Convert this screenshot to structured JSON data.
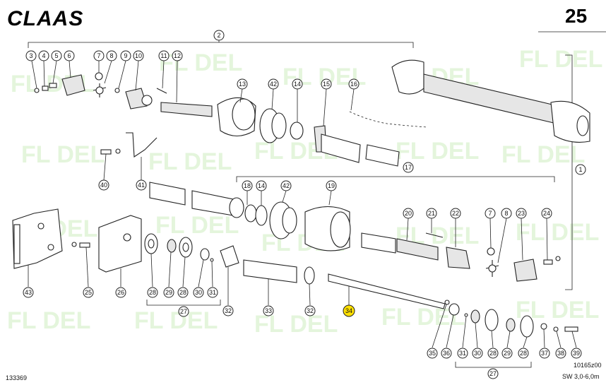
{
  "brand": "CLAAS",
  "page_number": "25",
  "footer": {
    "doc_id": "133369",
    "drawing_id": "10165z00",
    "spec": "SW 3,0-6,0m"
  },
  "watermark": "FL DEL",
  "callouts": [
    {
      "id": "c3",
      "label": "3"
    },
    {
      "id": "c4",
      "label": "4"
    },
    {
      "id": "c5",
      "label": "5"
    },
    {
      "id": "c6",
      "label": "6"
    },
    {
      "id": "c7",
      "label": "7"
    },
    {
      "id": "c8",
      "label": "8"
    },
    {
      "id": "c9",
      "label": "9"
    },
    {
      "id": "c10",
      "label": "10"
    },
    {
      "id": "c11",
      "label": "11"
    },
    {
      "id": "c12",
      "label": "12"
    },
    {
      "id": "c13",
      "label": "13"
    },
    {
      "id": "c42a",
      "label": "42"
    },
    {
      "id": "c14a",
      "label": "14"
    },
    {
      "id": "c15",
      "label": "15"
    },
    {
      "id": "c16",
      "label": "16"
    },
    {
      "id": "c2",
      "label": "2"
    },
    {
      "id": "c1",
      "label": "1"
    },
    {
      "id": "c17",
      "label": "17"
    },
    {
      "id": "c40",
      "label": "40"
    },
    {
      "id": "c41",
      "label": "41"
    },
    {
      "id": "c18",
      "label": "18"
    },
    {
      "id": "c14b",
      "label": "14"
    },
    {
      "id": "c42b",
      "label": "42"
    },
    {
      "id": "c19",
      "label": "19"
    },
    {
      "id": "c20",
      "label": "20"
    },
    {
      "id": "c21",
      "label": "21"
    },
    {
      "id": "c22",
      "label": "22"
    },
    {
      "id": "c7b",
      "label": "7"
    },
    {
      "id": "c8b",
      "label": "8"
    },
    {
      "id": "c23",
      "label": "23"
    },
    {
      "id": "c24",
      "label": "24"
    },
    {
      "id": "c43",
      "label": "43"
    },
    {
      "id": "c25",
      "label": "25"
    },
    {
      "id": "c26",
      "label": "26"
    },
    {
      "id": "c28a",
      "label": "28"
    },
    {
      "id": "c29a",
      "label": "29"
    },
    {
      "id": "c28b",
      "label": "28"
    },
    {
      "id": "c30a",
      "label": "30"
    },
    {
      "id": "c31a",
      "label": "31"
    },
    {
      "id": "c27a",
      "label": "27"
    },
    {
      "id": "c32a",
      "label": "32"
    },
    {
      "id": "c33",
      "label": "33"
    },
    {
      "id": "c32b",
      "label": "32"
    },
    {
      "id": "c34",
      "label": "34",
      "highlight": true
    },
    {
      "id": "c35",
      "label": "35"
    },
    {
      "id": "c36",
      "label": "36"
    },
    {
      "id": "c31b",
      "label": "31"
    },
    {
      "id": "c30b",
      "label": "30"
    },
    {
      "id": "c28c",
      "label": "28"
    },
    {
      "id": "c29b",
      "label": "29"
    },
    {
      "id": "c28d",
      "label": "28"
    },
    {
      "id": "c27b",
      "label": "27"
    },
    {
      "id": "c37",
      "label": "37"
    },
    {
      "id": "c38",
      "label": "38"
    },
    {
      "id": "c39",
      "label": "39"
    }
  ],
  "colors": {
    "highlight": "#ffe000",
    "watermark": "#cfeec0",
    "line": "#222222"
  }
}
